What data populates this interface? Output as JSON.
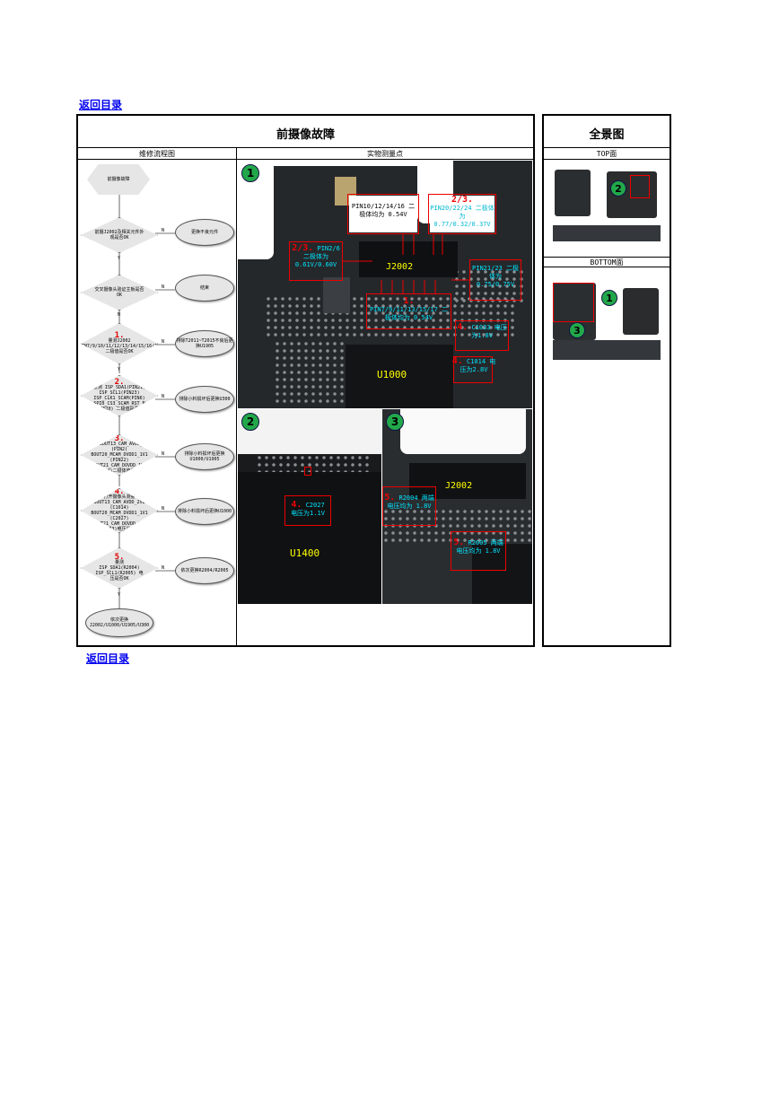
{
  "nav": {
    "back_top": "返回目录",
    "back_bottom": "返回目录"
  },
  "main": {
    "title": "前摄像故障",
    "col_flow": "维修流程图",
    "col_points": "实物测量点"
  },
  "panorama": {
    "title": "全景图",
    "top_label": "TOP面",
    "bottom_label": "BOTTOM面"
  },
  "flow": {
    "start": "前摄像故障",
    "q1": "前摄J2002及相关元件外观是否OK",
    "a1": "更换不良元件",
    "q2": "交叉摄像头验证主板是否OK",
    "a2": "结束",
    "q3_num": "1.",
    "q3": "量测J2002 PIN7/9/10/11/12/13/14/15/16/17二极值是否OK",
    "a3": "排除T2011~T2015不良后更换U1905",
    "q4_num": "2.",
    "q4": "量测 ISP_SDA1(PIN21) ISP_SCL1(PIN23) ISP_CLK1_SCAM(PIN6) SPI0_CS3_SCAM_RST_N (PIN20) 二极值是否OK",
    "a4": "排除小料损坏后更换U300",
    "q5_num": "3.",
    "q5": "量测 BOUT13_CAM_AVDD_2V8 (PIN2) BOUT20_MCAM_DVDD1_1V1 (PIN22) VOUT21_CAM_DOVDD_1V8 (PIN24)二极体值是否OK",
    "a5": "排除小料损坏后更换U1000/U1905",
    "q6_num": "4.",
    "q6": "打开摄像头测量 BOUT13_CAM_AVDD_2V8 (C1014) BOUT20_MCAM_DVDD1_1V1 (C2027) VOUT21_CAM_DOVDD_1V8 (C1033)电压是否OK",
    "a6": "排除小料损坏后更换U1000",
    "q7_num": "5.",
    "q7": "量测 ISP_SDA1(R2004) ISP_SCL1(R2005) 电压是否OK",
    "a7": "依次更换R2004/R2005",
    "end": "依次更换 J2002/U1000/U1905/U300",
    "yes": "Y",
    "no": "N"
  },
  "photo1": {
    "marker": "1",
    "j2002": "J2002",
    "u1000": "U1000",
    "c1": {
      "text": "PIN10/12/14/16 二极体均为 0.54V"
    },
    "c2": {
      "num": "2/3.",
      "text": "PIN20/22/24 二极体为 0.77/0.32/0.37V"
    },
    "c3": {
      "num": "2/3.",
      "text": "PIN2/6 二极体为 0.61V/0.60V"
    },
    "c4": {
      "text": "PIN21/23 二极体为 0.75/0.75V"
    },
    "c5": {
      "num": "1.",
      "text": "PIN7/9/11/13/15/17 二极体均为 0.54V"
    },
    "c6": {
      "num": "4.",
      "text": "C1033 电压为1.8V"
    },
    "c7": {
      "num": "4.",
      "text": "C1014 电压为2.8V"
    }
  },
  "photo2": {
    "marker": "2",
    "chip": "U1400",
    "c": {
      "num": "4.",
      "text": "C2027 电压为1.1V"
    }
  },
  "photo3": {
    "marker": "3",
    "j2002": "J2002",
    "c1": {
      "num": "5.",
      "text": "R2004 两端电压均为 1.8V"
    },
    "c2": {
      "num": "5.",
      "text": "R2005 两端电压均为 1.8V"
    }
  },
  "pano_markers": {
    "top": "2",
    "bottom1": "1",
    "bottom3": "3"
  }
}
